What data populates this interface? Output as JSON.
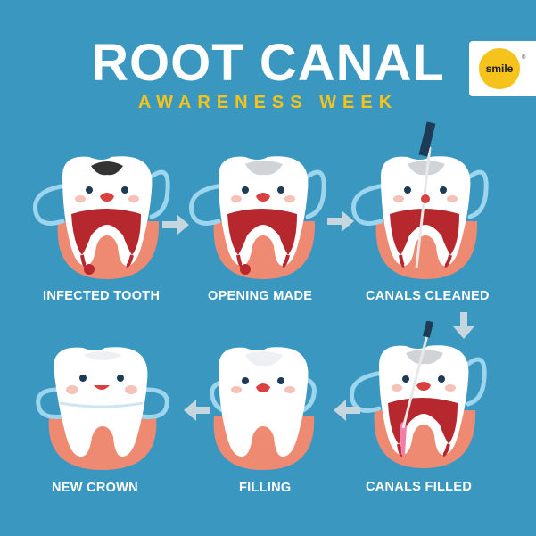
{
  "header": {
    "title": "ROOT CANAL",
    "subtitle": "AWARENESS WEEK"
  },
  "logo": {
    "text": "smile",
    "trademark": "®"
  },
  "steps": [
    {
      "label": "INFECTED TOOTH"
    },
    {
      "label": "OPENING MADE"
    },
    {
      "label": "CANALS CLEANED"
    },
    {
      "label": "CANALS FILLED"
    },
    {
      "label": "FILLING"
    },
    {
      "label": "NEW CROWN"
    }
  ],
  "colors": {
    "background": "#3a98c0",
    "tooth": "#ffffff",
    "gum": "#ee8a72",
    "pulp": "#b7282e",
    "title": "#ffffff",
    "subtitle": "#f5c31c",
    "arrow": "#c6d6de",
    "arm": "#9dd4ee"
  }
}
